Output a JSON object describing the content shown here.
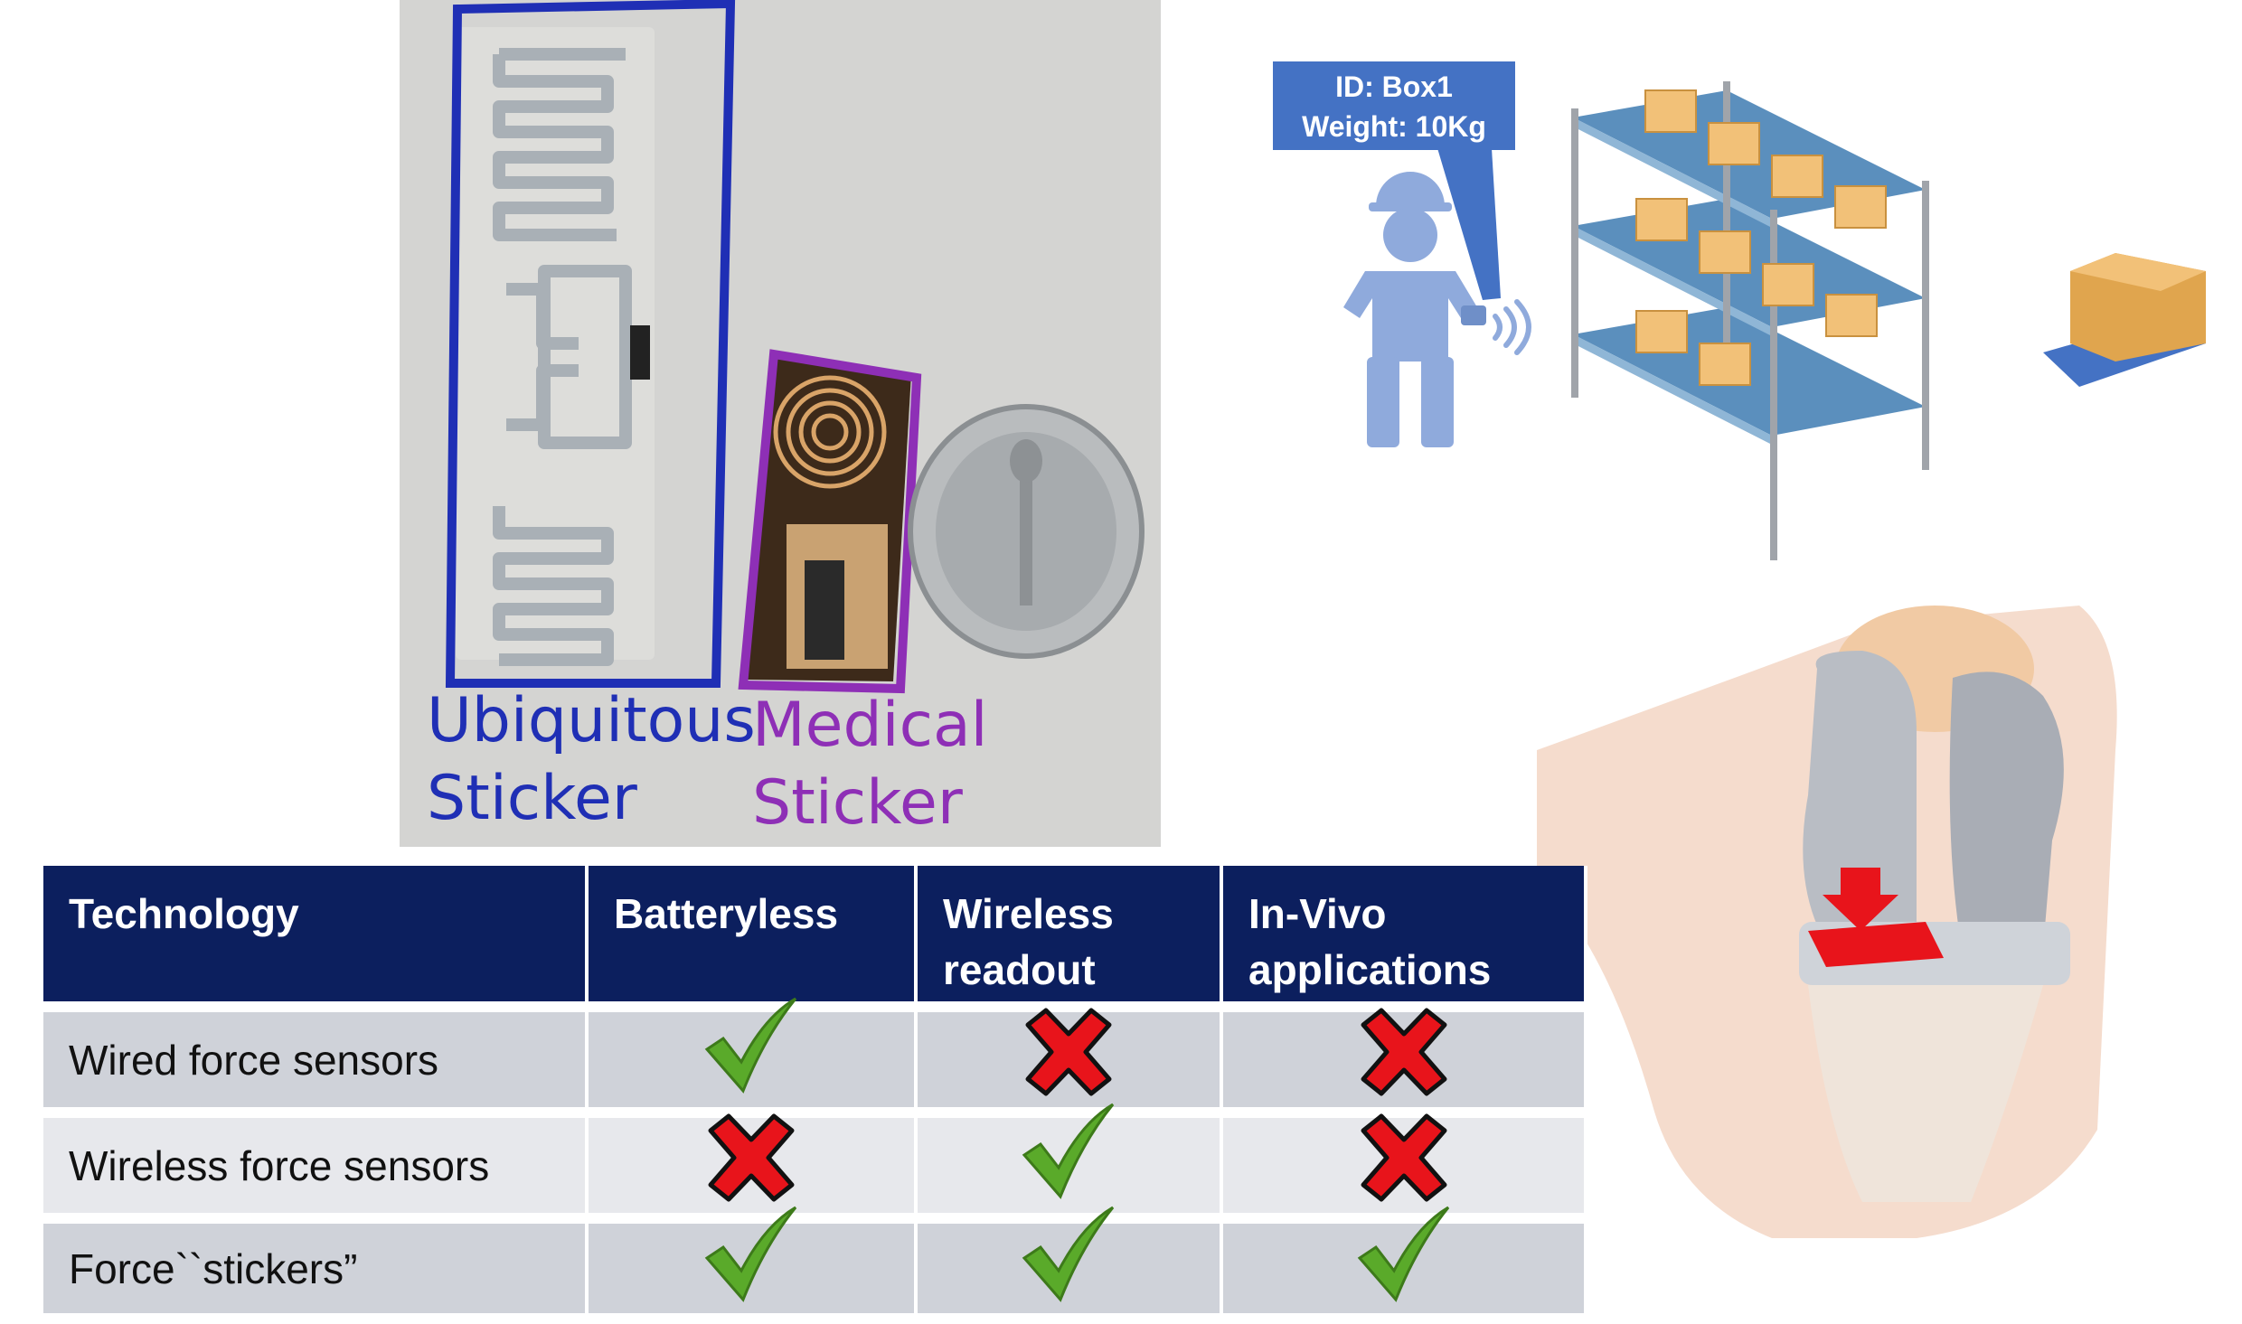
{
  "photo": {
    "ubiquitous_label_line1": "Ubiquitous",
    "ubiquitous_label_line2": "Sticker",
    "medical_label_line1": "Medical",
    "medical_label_line2": "Sticker",
    "ubiquitous_color": "#1f2fb5",
    "medical_color": "#8e2fb6"
  },
  "warehouse": {
    "bubble_line1": "ID: Box1",
    "bubble_line2": "Weight: 10Kg",
    "bubble_color": "#4472c4"
  },
  "table": {
    "header_color": "#0c1f5e",
    "headers": [
      "Technology",
      "Batteryless",
      "Wireless readout",
      "In-Vivo applications"
    ],
    "header_lines": [
      [
        "Technology"
      ],
      [
        "Batteryless"
      ],
      [
        "Wireless",
        "readout"
      ],
      [
        "In-Vivo",
        "applications"
      ]
    ],
    "rows": [
      {
        "label": "Wired force sensors",
        "marks": [
          "check-icon",
          "cross-icon",
          "cross-icon"
        ]
      },
      {
        "label": "Wireless force sensors",
        "marks": [
          "cross-icon",
          "check-icon",
          "cross-icon"
        ]
      },
      {
        "label": "Force``stickers”",
        "marks": [
          "check-icon",
          "check-icon",
          "check-icon"
        ]
      }
    ],
    "check_color": "#5aaa2a",
    "cross_color": "#e8141b"
  },
  "knee": {
    "arrow_color": "#e8141b"
  }
}
